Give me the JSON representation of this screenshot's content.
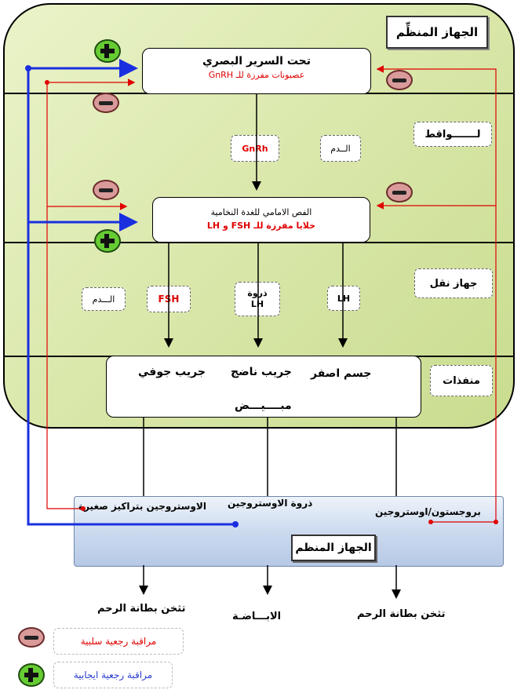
{
  "title_top": "الجهاز المنظِّم",
  "hypothalamus": {
    "title": "تحت السرير البصري",
    "subtitle": "عصبونات مفرزة للـ GnRH"
  },
  "pituitary": {
    "line1": "الفص الامامي للغدة النخامية",
    "line2": "خلايا مفرزة للـ FSH و LH"
  },
  "labels": {
    "messengers": "لـــــــواقط",
    "gnrh": "GnRh",
    "blood1": "الــدم",
    "transport": "جهاز نقل",
    "blood2": "الـــدم",
    "fsh": "FSH",
    "peak_lh": "ذروة\nLH",
    "lh": "LH",
    "effectors": "منفذات"
  },
  "ovary": {
    "follicle_cavity": "جريب جوفي",
    "mature_follicle": "جريب ناضج",
    "corpus_luteum": "جسم اصفر",
    "title": "مبــــيـــض"
  },
  "hormones": {
    "low_estrogen": "الاوستروجين بتراكيز صغيرة",
    "peak_estrogen": "ذروة الاوستروجين",
    "prog_estrogen": "بروجستون/اوستروجين",
    "regulated_system": "الجهاز المنظم"
  },
  "outcomes": {
    "left": "تثخن بطانة الرحم",
    "middle": "الابـــاضـة",
    "right": "تثخن بطانة الرحم"
  },
  "legend": {
    "negative": "مراقبة رجعية سلبية",
    "positive": "مراقبة رجعية ايجابية"
  },
  "colors": {
    "background_green": "#d6e5a4",
    "feedback_red": "#e00000",
    "feedback_blue": "#1a2fe0",
    "negative_icon": "#d99a9a",
    "positive_icon": "#66cc33"
  }
}
